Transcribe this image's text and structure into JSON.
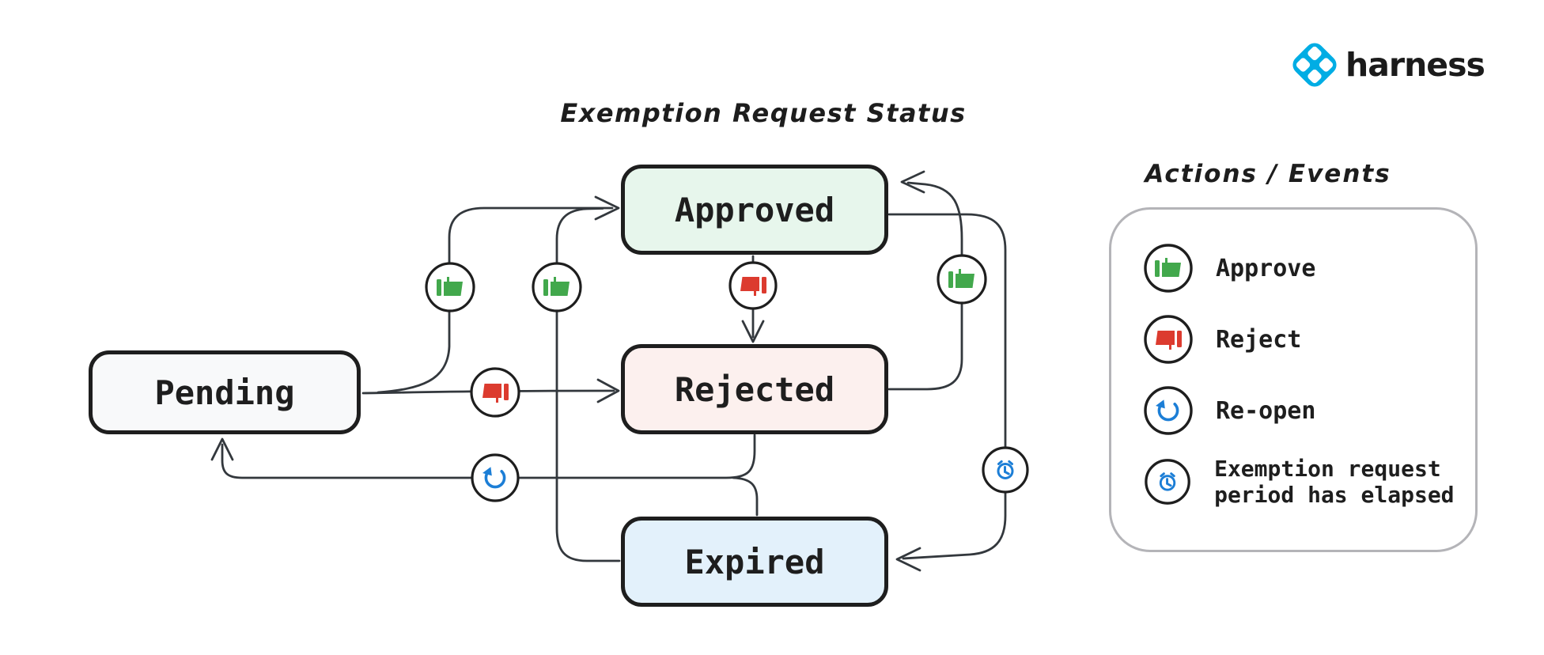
{
  "title": "Exemption Request Status",
  "brand": {
    "name": "harness",
    "logo_color": "#00ade4"
  },
  "diagram": {
    "states": [
      {
        "id": "pending",
        "label": "Pending",
        "fill": "#f8f9fa"
      },
      {
        "id": "approved",
        "label": "Approved",
        "fill": "#e7f6ec"
      },
      {
        "id": "rejected",
        "label": "Rejected",
        "fill": "#fcf0ee"
      },
      {
        "id": "expired",
        "label": "Expired",
        "fill": "#e3f1fb"
      }
    ],
    "transitions": [
      {
        "from": "Pending",
        "to": "Approved",
        "action": "Approve"
      },
      {
        "from": "Pending",
        "to": "Rejected",
        "action": "Reject"
      },
      {
        "from": "Approved",
        "to": "Rejected",
        "action": "Reject"
      },
      {
        "from": "Rejected",
        "to": "Approved",
        "action": "Approve"
      },
      {
        "from": "Expired",
        "to": "Approved",
        "action": "Approve"
      },
      {
        "from": "Approved",
        "to": "Expired",
        "action": "Exemption request period has elapsed"
      },
      {
        "from": "Rejected",
        "to": "Pending",
        "action": "Re-open"
      },
      {
        "from": "Expired",
        "to": "Pending",
        "action": "Re-open"
      }
    ]
  },
  "legend": {
    "title": "Actions / Events",
    "items": [
      {
        "icon": "thumbs-up-icon",
        "label": "Approve",
        "color": "#42a84c"
      },
      {
        "icon": "thumbs-down-icon",
        "label": "Reject",
        "color": "#dc3b2f"
      },
      {
        "icon": "reopen-icon",
        "label": "Re-open",
        "color": "#1c7ed6"
      },
      {
        "icon": "alarm-clock-icon",
        "label": "Exemption request period has elapsed",
        "color": "#1c7ed6"
      }
    ]
  },
  "colors": {
    "connector": "#33383d",
    "node_border": "#1e1e1e",
    "legend_border": "#b4b4b8",
    "approve_green": "#42a84c",
    "reject_red": "#dc3b2f",
    "event_blue": "#1c7ed6",
    "brand_blue": "#00ade4"
  }
}
